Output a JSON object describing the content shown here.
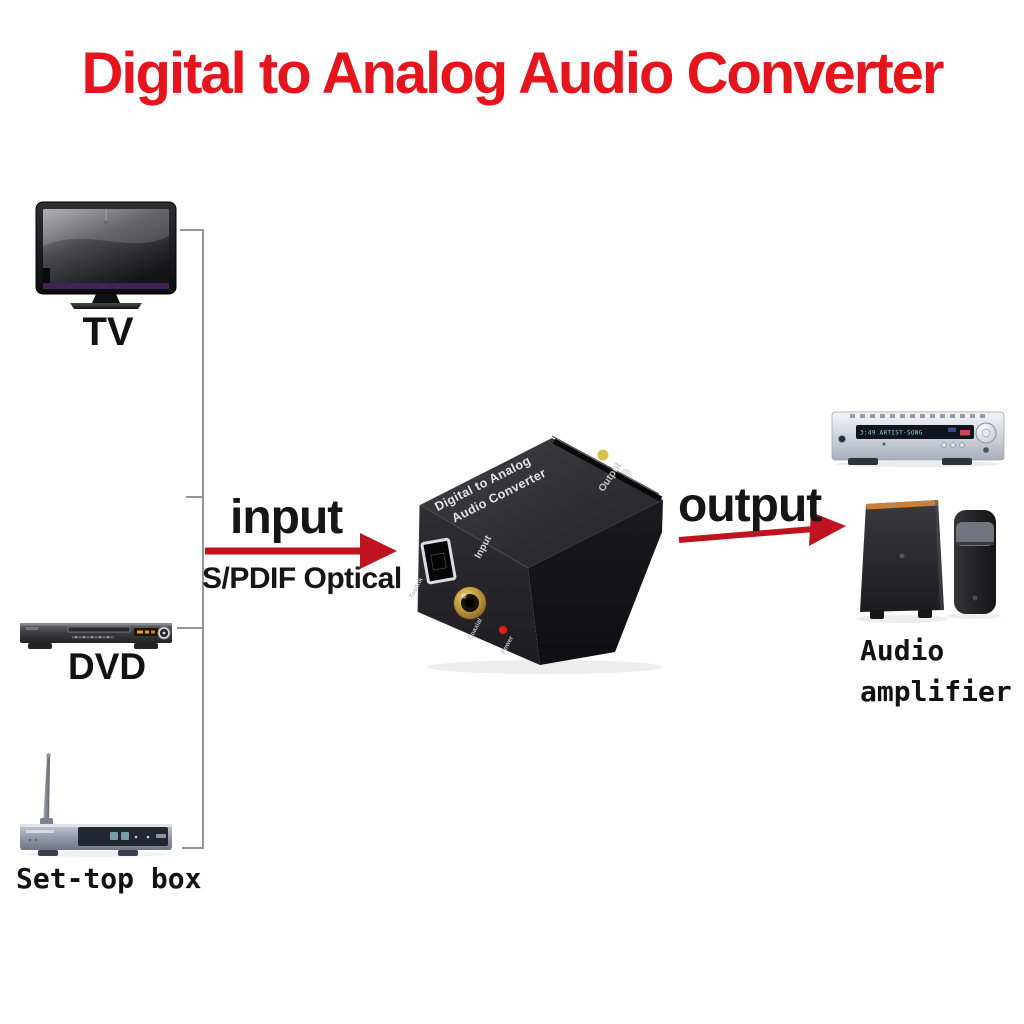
{
  "title": "Digital to Analog Audio Converter",
  "devices": {
    "tv": "TV",
    "dvd": "DVD",
    "set_top_box": "Set-top box",
    "amplifier_line1": "Audio",
    "amplifier_line2": "amplifier",
    "amplifier_display": "3:49 ARTIST-SONG"
  },
  "flow": {
    "input_label": "input",
    "input_sublabel": "S/PDIF Optical",
    "output_label": "output"
  },
  "converter": {
    "top_label_line1": "Digital to Analog",
    "top_label_line2": "Audio Converter",
    "input_label": "Input",
    "output_label": "Output",
    "toslink_label": "Toslink",
    "coaxial_label": "Coaxial",
    "power_label": "Power"
  },
  "colors": {
    "title_red": "#e6141c",
    "arrow_red": "#c01320",
    "connector_gray": "#969696",
    "label_black": "#121212"
  }
}
